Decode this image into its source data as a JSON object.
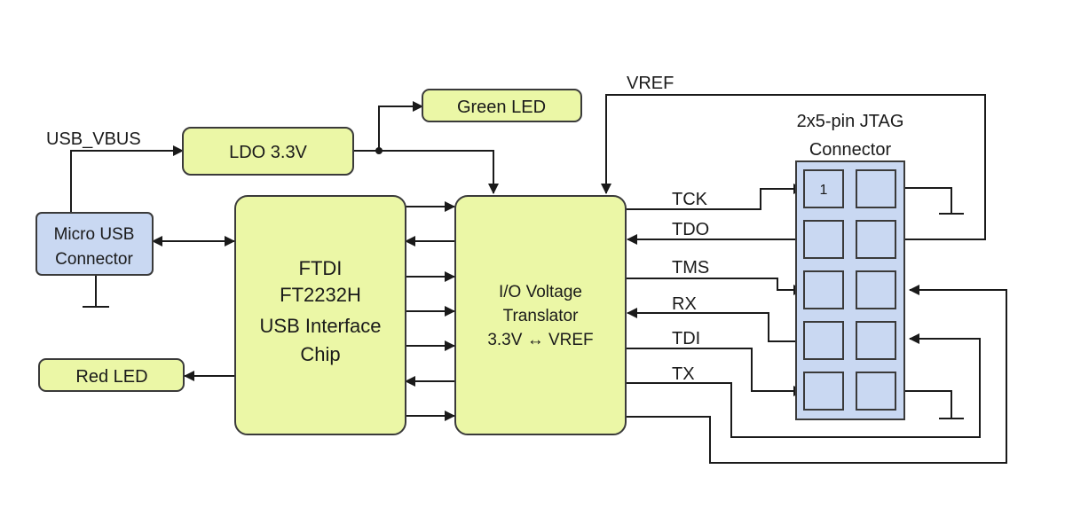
{
  "blocks": {
    "usb_vbus": "USB_VBUS",
    "ldo": "LDO 3.3V",
    "green_led": "Green LED",
    "red_led": "Red LED",
    "micro_usb": [
      "Micro USB",
      "Connector"
    ],
    "ftdi": [
      "FTDI",
      "FT2232H",
      "USB Interface",
      "Chip"
    ],
    "translator": [
      "I/O Voltage",
      "Translator",
      "3.3V ↔ VREF"
    ],
    "vref": "VREF",
    "jtag_title": [
      "2x5-pin JTAG",
      "Connector"
    ],
    "pin1": "1"
  },
  "signals": [
    "TCK",
    "TDO",
    "TMS",
    "RX",
    "TDI",
    "TX"
  ],
  "colors": {
    "block_fill": "#ebf7a6",
    "connector_fill": "#c9d8f2",
    "line": "#1a1a1a"
  }
}
